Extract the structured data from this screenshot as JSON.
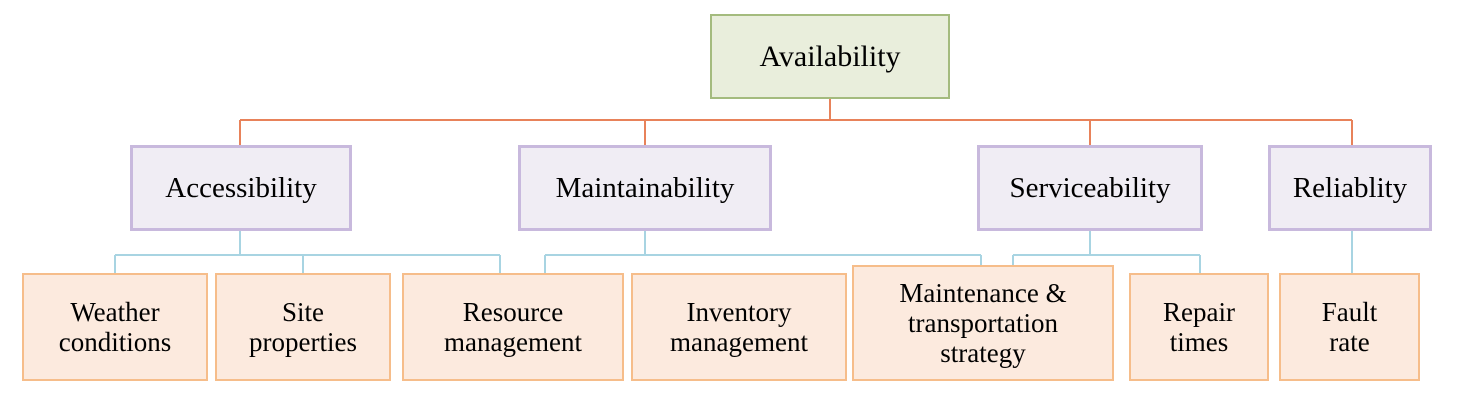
{
  "diagram": {
    "type": "tree-hierarchy",
    "title": "Availability breakdown tree",
    "colors": {
      "root_fill": "#e9eedc",
      "root_border": "#a4bb7e",
      "level2_fill": "#f0edf4",
      "level2_border": "#c8b9dd",
      "level3_fill": "#fceade",
      "level3_border": "#f6bd8a",
      "connector_level1": "#e8825a",
      "connector_level2": "#a8d4e2",
      "text": "#000000",
      "background": "#ffffff"
    },
    "root": {
      "label": "Availability"
    },
    "level2": [
      {
        "id": "accessibility",
        "label": "Accessibility"
      },
      {
        "id": "maintainability",
        "label": "Maintainability"
      },
      {
        "id": "serviceability",
        "label": "Serviceability"
      },
      {
        "id": "reliablity",
        "label": "Reliablity"
      }
    ],
    "level3": [
      {
        "id": "weather-conditions",
        "label": "Weather\nconditions",
        "parent": "accessibility"
      },
      {
        "id": "site-properties",
        "label": "Site\nproperties",
        "parent": "accessibility"
      },
      {
        "id": "resource-management",
        "label": "Resource\nmanagement",
        "parent": "accessibility"
      },
      {
        "id": "inventory-management",
        "label": "Inventory\nmanagement",
        "parent": "maintainability"
      },
      {
        "id": "maintenance-transportation-strategy",
        "label": "Maintenance &\ntransportation\nstrategy",
        "parent": "maintainability"
      },
      {
        "id": "repair-times",
        "label": "Repair\ntimes",
        "parent": "serviceability"
      },
      {
        "id": "fault-rate",
        "label": "Fault\nrate",
        "parent": "reliablity"
      }
    ]
  }
}
